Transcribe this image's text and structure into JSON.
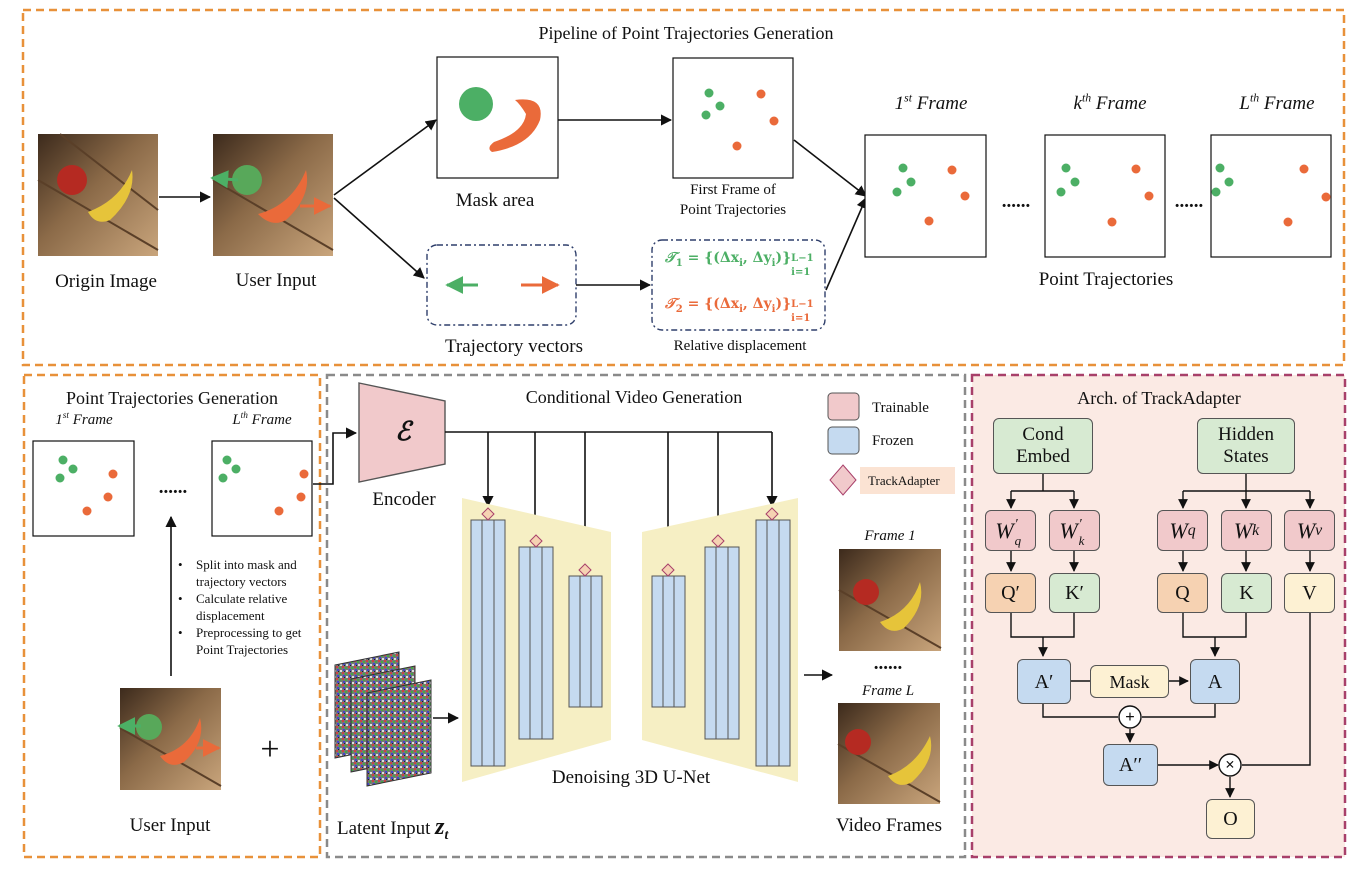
{
  "pipeline": {
    "title": "Pipeline of Point Trajectories Generation",
    "origin_image": "Origin Image",
    "user_input": "User Input",
    "mask_area": "Mask area",
    "trajectory_vectors": "Trajectory vectors",
    "first_frame_line1": "First Frame of",
    "first_frame_line2": "Point Trajectories",
    "relative_displacement": "Relative displacement",
    "eq1_prefix": "𝒯",
    "eq1_index": "1",
    "eq2_prefix": "𝒯",
    "eq2_index": "2",
    "eq_body": "= {(Δx",
    "eq_i": "i",
    "eq_mid": ", Δy",
    "eq_close": ")}",
    "eq_sup": "L−1",
    "eq_sub": "i=1",
    "frame_1st_base": "1",
    "frame_1st_sup": "st",
    "frame_kth_base": "k",
    "frame_kth_sup": "th",
    "frame_lth_base": "L",
    "frame_lth_sup": "th",
    "frame_word": " Frame",
    "dots": "......",
    "point_trajectories": "Point Trajectories",
    "colors": {
      "green": "#4caf65",
      "orange": "#ea6a3a",
      "border_orange": "#e8913a"
    }
  },
  "ptg": {
    "title": "Point Trajectories Generation",
    "frame_1st_base": "1",
    "frame_1st_sup": "st",
    "frame_lth_base": "L",
    "frame_lth_sup": "th",
    "frame_word": " Frame",
    "dots": "......",
    "bullet_char": "•",
    "bullet1_line1": "Split into mask and",
    "bullet1_line2": "trajectory vectors",
    "bullet2_line1": "Calculate relative",
    "bullet2_line2": "displacement",
    "bullet3_line1": "Preprocessing to get",
    "bullet3_line2": "Point Trajectories",
    "plus": "+",
    "user_input": "User Input"
  },
  "cvg": {
    "title": "Conditional Video Generation",
    "encoder_symbol": "ℰ",
    "encoder": "Encoder",
    "legend_trainable": "Trainable",
    "legend_frozen": "Frozen",
    "legend_trackadapter": "TrackAdapter",
    "frame1": "Frame 1",
    "frameL": "Frame L",
    "dots": "......",
    "unet": "Denoising 3D U-Net",
    "latent": "Latent Input",
    "latent_sym": "z",
    "latent_sub": "t",
    "video_frames": "Video Frames",
    "colors": {
      "border_gray": "#8a8a8a",
      "unet_bg": "#f6efc4",
      "frozen": "#c5daf0",
      "trainable": "#f1c9cb",
      "trackadapter": "#f6d2b2"
    }
  },
  "arch": {
    "title": "Arch. of TrackAdapter",
    "cond_embed_l1": "Cond",
    "cond_embed_l2": "Embed",
    "hidden_l1": "Hidden",
    "hidden_l2": "States",
    "wq_prime": "W",
    "wq_prime_sub": "q",
    "wk_prime": "W",
    "wk_prime_sub": "k",
    "prime": "′",
    "wq": "W",
    "wq_sub": "q",
    "wk": "W",
    "wk_sub": "k",
    "wv": "W",
    "wv_sub": "v",
    "q_prime": "Q′",
    "k_prime": "K′",
    "q": "Q",
    "k": "K",
    "v": "V",
    "a_prime": "A′",
    "mask": "Mask",
    "a": "A",
    "plus": "+",
    "a_dprime": "A′′",
    "times": "×",
    "o": "O",
    "colors": {
      "border": "#a8406a",
      "bg": "#fbeae4"
    }
  }
}
